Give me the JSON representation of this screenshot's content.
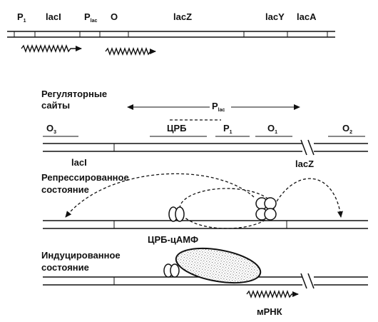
{
  "top_map": {
    "genes": [
      {
        "main": "P",
        "sub": "1"
      },
      {
        "main": "lacI",
        "sub": ""
      },
      {
        "main": "P",
        "sub": "lac"
      },
      {
        "main": "O",
        "sub": ""
      },
      {
        "main": "lacZ",
        "sub": ""
      },
      {
        "main": "lacY",
        "sub": ""
      },
      {
        "main": "lacA",
        "sub": ""
      }
    ]
  },
  "regulatory": {
    "title_line1": "Регуляторные",
    "title_line2": "сайты",
    "plac_main": "P",
    "plac_sub": "lac",
    "o3_main": "O",
    "o3_sub": "3",
    "crp": "ЦРБ",
    "p1_main": "P",
    "p1_sub": "1",
    "o1_main": "O",
    "o1_sub": "1",
    "o2_main": "O",
    "o2_sub": "2",
    "laci": "lacI",
    "lacz": "lacZ"
  },
  "repressed": {
    "line1": "Репрессированное",
    "line2": "состояние",
    "crp_camp": "ЦРБ-цАМФ"
  },
  "induced": {
    "line1": "Индуцированное",
    "line2": "состояние",
    "mrna": "мРНК"
  }
}
